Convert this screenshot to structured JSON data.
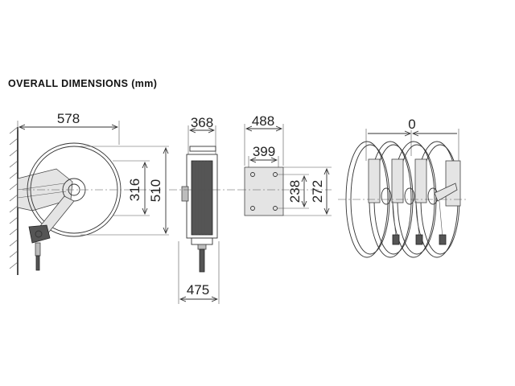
{
  "heading": "OVERALL DIMENSIONS (mm)",
  "side_view": {
    "width": "578",
    "height_inner": "316",
    "height_outer": "510"
  },
  "front_view": {
    "top_width": "368",
    "bottom_width": "475"
  },
  "bracket_view": {
    "outer_width": "488",
    "inner_width": "399",
    "inner_height": "238",
    "outer_height": "272"
  },
  "multi_view": {
    "spacing": "0"
  },
  "colors": {
    "line": "#333333",
    "fill": "#bdbdbd",
    "dark": "#555555"
  }
}
